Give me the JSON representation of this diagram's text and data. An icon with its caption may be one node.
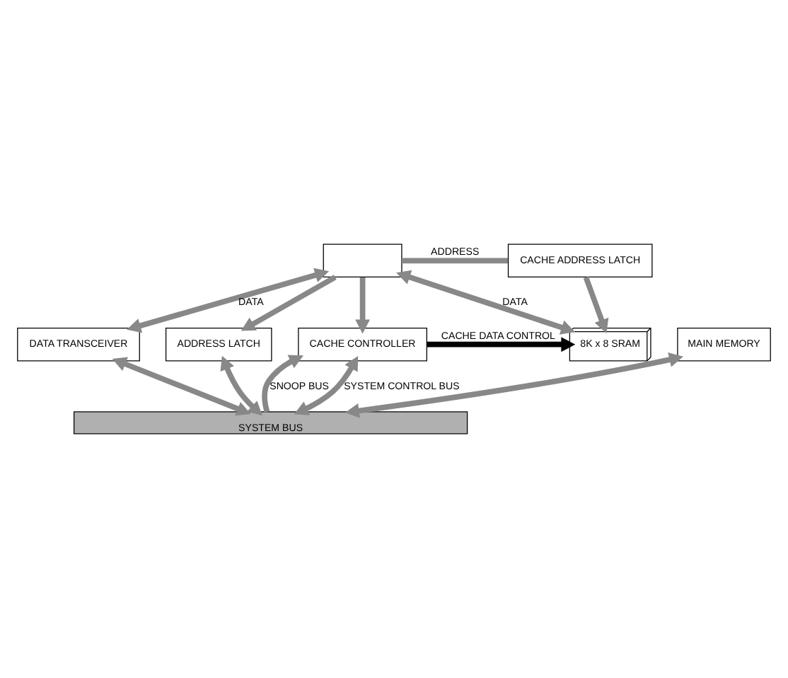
{
  "diagram": {
    "nodes": [
      {
        "text": [],
        "shape": "box"
      },
      {
        "text": [
          "CACHE ADDRESS LATCH"
        ]
      },
      {
        "text": [
          "CACHE CONTROLLER"
        ]
      },
      {
        "text": [
          "8K x 8 SRAM"
        ]
      },
      {
        "text": [
          "DATA TRANSCEIVER"
        ]
      },
      {
        "text": [
          "ADDRESS LATCH"
        ]
      },
      {
        "text": [
          "MAIN MEMORY"
        ]
      },
      {
        "text": [
          "SYSTEM BUS"
        ]
      }
    ],
    "edges": [
      {
        "from": 0,
        "to": 1,
        "arrow": "none",
        "label": "ADDRESS"
      },
      {
        "from": 1,
        "to": 3,
        "arrow": "to"
      },
      {
        "from": 0,
        "to": 2,
        "arrow": "to"
      },
      {
        "from": 0,
        "to": 5,
        "arrow": "to"
      },
      {
        "from": 2,
        "to": 3,
        "arrow": "to",
        "label": "CACHE DATA CONTROL",
        "color": "#000000"
      },
      {
        "from": 0,
        "to": 4,
        "arrow": "both",
        "label": "DATA"
      },
      {
        "from": 0,
        "to": 3,
        "arrow": "both",
        "label": "DATA"
      },
      {
        "from": 7,
        "to": 2,
        "arrow": "to",
        "label": "SNOOP BUS"
      },
      {
        "from": 2,
        "to": 7,
        "arrow": "both",
        "label": "SYSTEM CONTROL BUS"
      },
      {
        "from": 4,
        "to": 7,
        "arrow": "both"
      },
      {
        "from": 5,
        "to": 7,
        "arrow": "both"
      },
      {
        "from": 6,
        "to": 7,
        "arrow": "both"
      }
    ]
  }
}
